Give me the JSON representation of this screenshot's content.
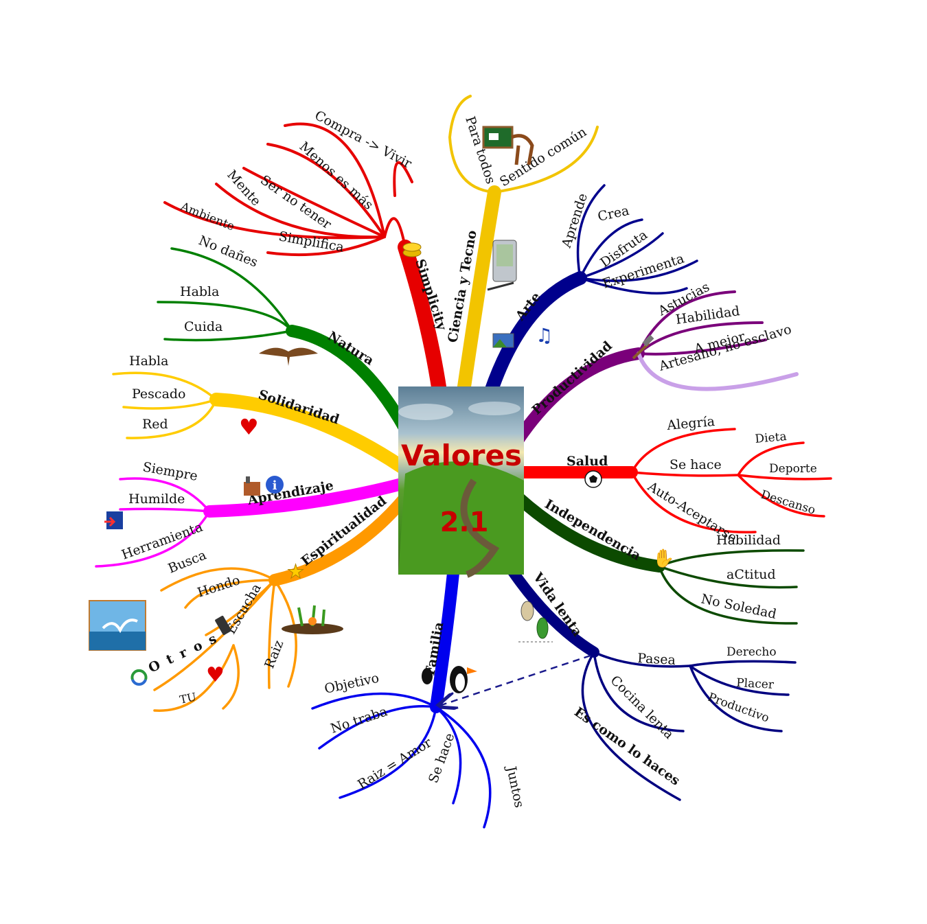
{
  "center": {
    "title": "Valores",
    "version": "2.1"
  },
  "branches": {
    "simplicity": {
      "label": "Simplicity",
      "color": "#e60000",
      "items": [
        "Compra -> Vivir",
        "Menos es más",
        "Ser no tener",
        "Mente",
        "Ambiente",
        "Simplifica"
      ]
    },
    "ciencia": {
      "label": "Ciencia y Tecno",
      "color": "#f2c400",
      "items": [
        "Para todos",
        "Sentido común"
      ]
    },
    "arte": {
      "label": "Arte",
      "color": "#00008c",
      "items": [
        "Aprende",
        "Crea",
        "Disfruta",
        "Experimenta"
      ]
    },
    "productividad": {
      "label": "Productividad",
      "color": "#7a007a",
      "items": [
        "Astucias",
        "Habilidad",
        "A mejor",
        "Artesano, no esclavo"
      ]
    },
    "salud": {
      "label": "Salud",
      "color": "#ff0000",
      "items": [
        "Alegría",
        "Se hace",
        "Dieta",
        "Deporte",
        "Descanso",
        "Auto-Aceptarse"
      ]
    },
    "independencia": {
      "label": "Independencia",
      "color": "#0c4a00",
      "items": [
        "Habilidad",
        "aCtitud",
        "No Soledad"
      ]
    },
    "vida_lenta": {
      "label": "Vida lenta",
      "color": "#000080",
      "items": [
        "Pasea",
        "Derecho",
        "Placer",
        "Productivo",
        "Cocina lenta",
        "Es como lo haces"
      ]
    },
    "familia": {
      "label": "Familia",
      "color": "#0000ee",
      "items": [
        "Objetivo",
        "No traba",
        "Raiz = Amor",
        "Se hace",
        "Juntos"
      ]
    },
    "espiritualidad": {
      "label": "Espiritualidad",
      "color": "#ff9900",
      "items": [
        "Busca",
        "Hondo",
        "Escucha",
        "Raiz",
        "Otros",
        "TU"
      ]
    },
    "aprendizaje": {
      "label": "Aprendizaje",
      "color": "#ff00ff",
      "items": [
        "Siempre",
        "Humilde",
        "Herramienta"
      ]
    },
    "solidaridad": {
      "label": "Solidaridad",
      "color": "#ffcc00",
      "items": [
        "Habla",
        "Pescado",
        "Red"
      ]
    },
    "natura": {
      "label": "Natura",
      "color": "#008000",
      "items": [
        "No dañes",
        "Habla",
        "Cuida"
      ]
    }
  },
  "icons": [
    "coins-icon",
    "horse-blackboard-icon",
    "pda-icon",
    "picture-icon",
    "music-note-icon",
    "hammer-icon",
    "soccer-ball-icon",
    "clapping-hands-icon",
    "dancing-frogs-icon",
    "penguins-icon",
    "star-icon",
    "phone-icon",
    "plants-icon",
    "seagull-photo-icon",
    "recycle-icon",
    "heart-icon",
    "factory-icon",
    "info-icon",
    "exit-icon",
    "eagle-icon"
  ]
}
